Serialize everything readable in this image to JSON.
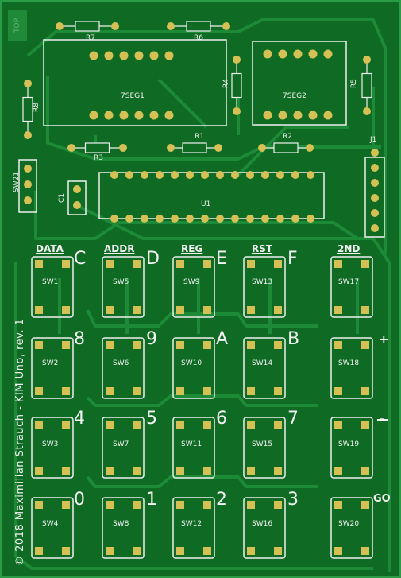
{
  "board": {
    "top_mark": "TOP",
    "copyright": "© 2018 Maximilian Strauch - KIM Uno, rev. 1"
  },
  "resistors": [
    "R7",
    "R6",
    "R4",
    "R5",
    "R8",
    "R3",
    "R1",
    "R2"
  ],
  "displays": [
    "7SEG1",
    "7SEG2"
  ],
  "ics": [
    "U1"
  ],
  "misc_refs": [
    "C1",
    "SW21",
    "J1"
  ],
  "function_labels": [
    "DATA",
    "ADDR",
    "REG",
    "RST",
    "2ND"
  ],
  "keypad": {
    "rows": [
      {
        "keys": [
          "C",
          "D",
          "E",
          "F",
          ""
        ],
        "switches": [
          "SW1",
          "SW5",
          "SW9",
          "SW13",
          "SW17"
        ]
      },
      {
        "keys": [
          "8",
          "9",
          "A",
          "B",
          "+"
        ],
        "switches": [
          "SW2",
          "SW6",
          "SW10",
          "SW14",
          "SW18"
        ]
      },
      {
        "keys": [
          "4",
          "5",
          "6",
          "7",
          "-"
        ],
        "switches": [
          "SW3",
          "SW7",
          "SW11",
          "SW15",
          "SW19"
        ]
      },
      {
        "keys": [
          "0",
          "1",
          "2",
          "3",
          "GO"
        ],
        "switches": [
          "SW4",
          "SW8",
          "SW12",
          "SW16",
          "SW20"
        ]
      }
    ]
  }
}
